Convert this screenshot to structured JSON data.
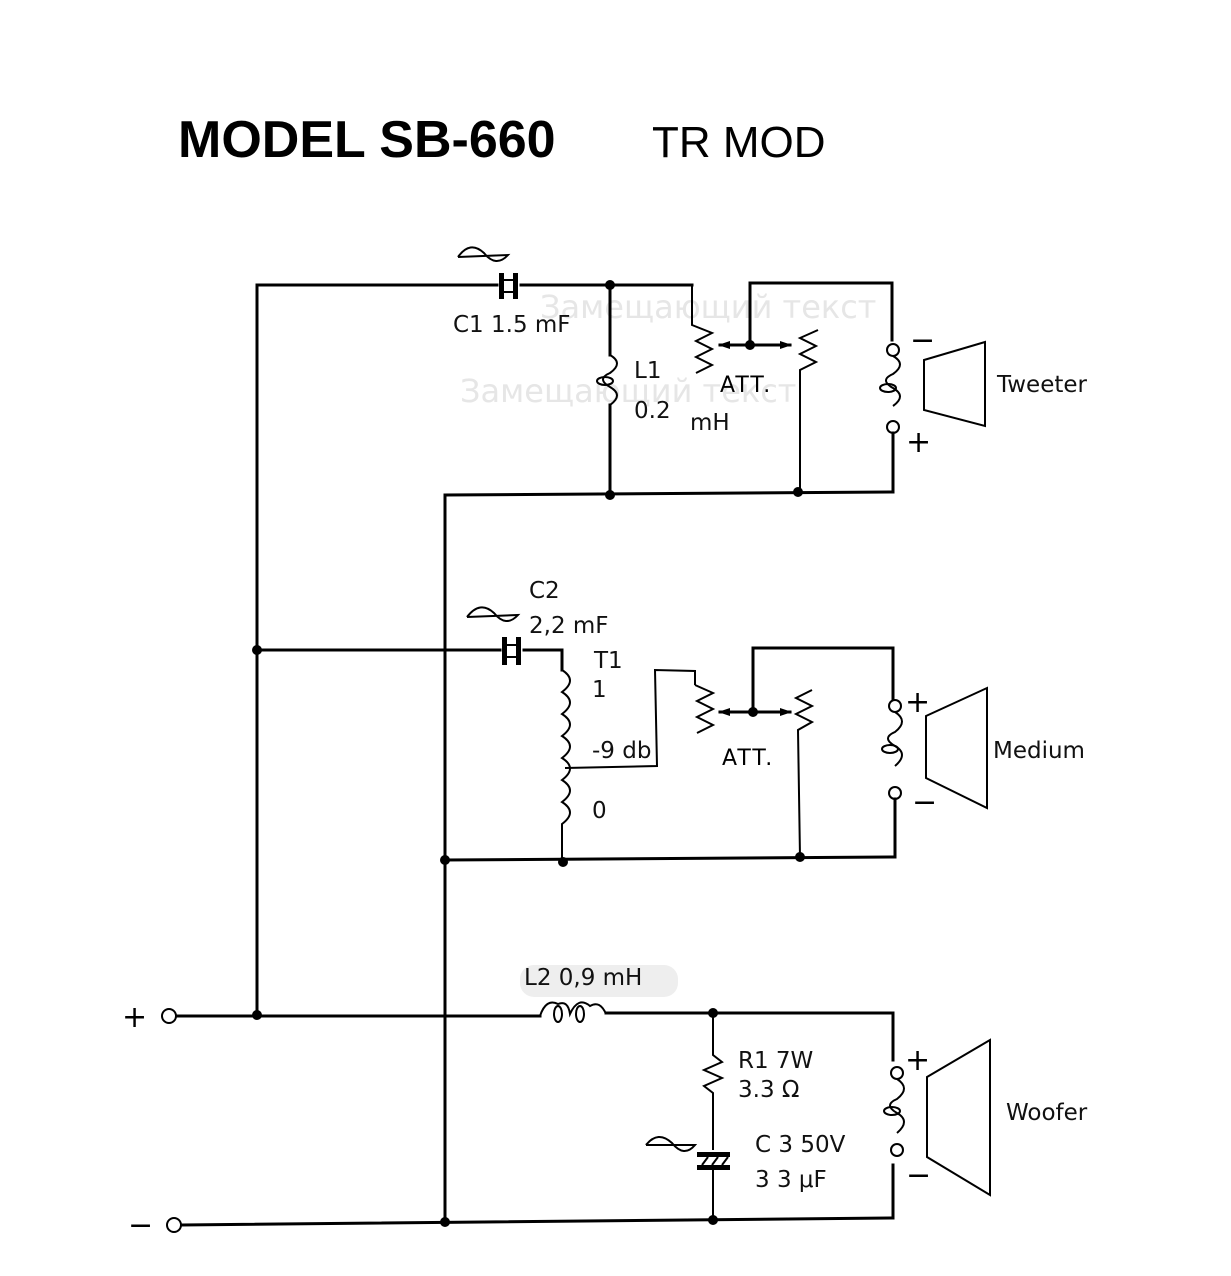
{
  "title": {
    "model": "MODEL  SB-660",
    "suffix": "TR MOD"
  },
  "watermarks": [
    "Замещающий текст",
    "Замещающий текст"
  ],
  "tweeter_section": {
    "capacitor": {
      "label": "C1 1.5 mF"
    },
    "inductor": {
      "name": "L1",
      "value": "0.2",
      "unit": "mH"
    },
    "attenuator": {
      "label": "ATT."
    },
    "speaker": {
      "label": "Tweeter",
      "top_polarity": "−",
      "bottom_polarity": "+"
    }
  },
  "medium_section": {
    "capacitor": {
      "name": "C2",
      "value": "2,2 mF"
    },
    "transformer": {
      "name": "T1",
      "tap_top": "1",
      "tap_mid": "-9 db",
      "tap_bottom": "0"
    },
    "attenuator": {
      "label": "ATT."
    },
    "speaker": {
      "label": "Medium",
      "top_polarity": "+",
      "bottom_polarity": "−"
    }
  },
  "woofer_section": {
    "inductor": {
      "label": "L2 0,9 mH"
    },
    "resistor": {
      "line1": "R1  7W",
      "line2": "3.3 Ω"
    },
    "capacitor": {
      "line1": "C 3  50V",
      "line2": "3 3 μF"
    },
    "speaker": {
      "label": "Woofer",
      "top_polarity": "+",
      "bottom_polarity": "−"
    }
  },
  "inputs": {
    "positive": "+",
    "negative": "−"
  }
}
